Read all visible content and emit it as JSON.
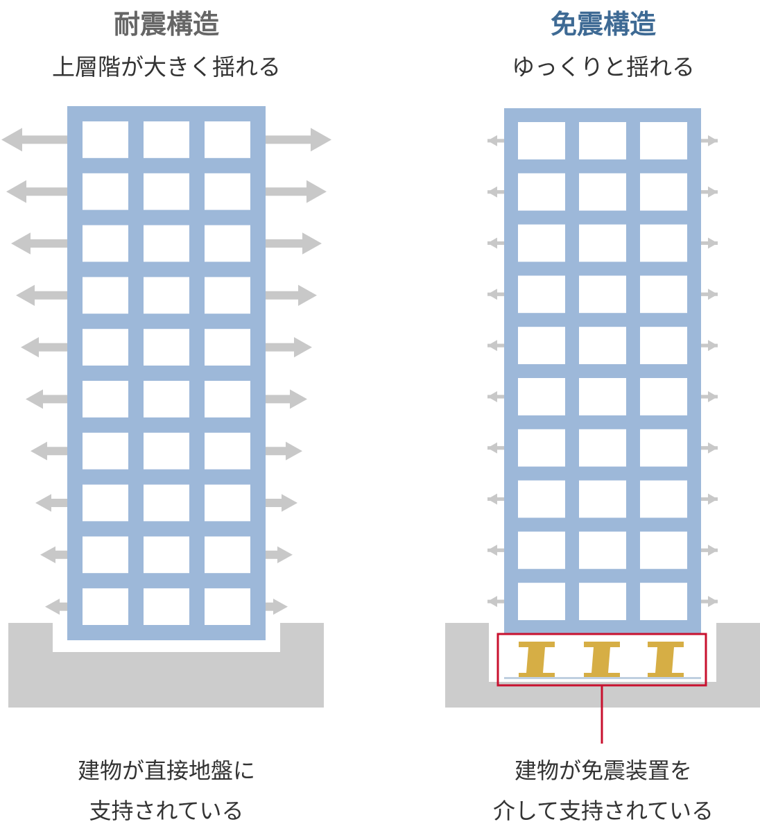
{
  "colors": {
    "frame": "#9db8d9",
    "arrow": "#c8c8c8",
    "ground": "#cccccc",
    "isolator": "#d6ae45",
    "highlight": "#c8102e",
    "title_left": "#666666",
    "title_right": "#3e6a94"
  },
  "left": {
    "title": "耐震構造",
    "subtitle": "上層階が大きく揺れる",
    "caption_line1": "建物が直接地盤に",
    "caption_line2": "支持されている"
  },
  "right": {
    "title": "免震構造",
    "subtitle": "ゆっくりと揺れる",
    "caption_line1": "建物が免震装置を",
    "caption_line2": "介して支持されている"
  }
}
